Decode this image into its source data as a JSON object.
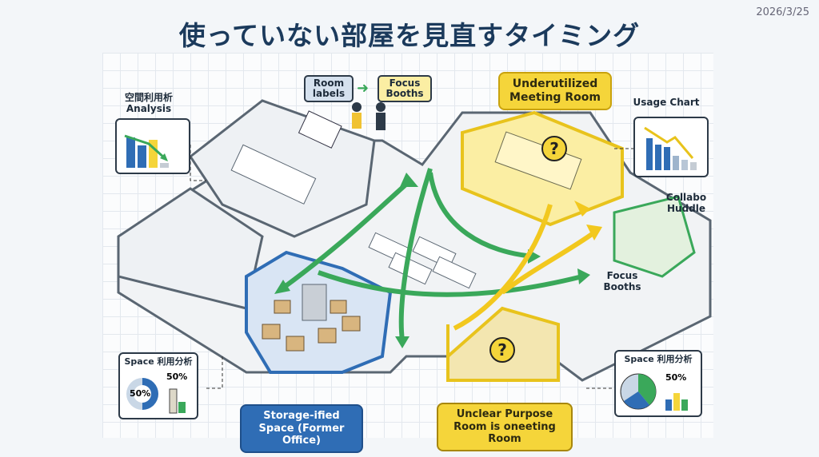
{
  "header": {
    "title": "使っていない部屋を見直すタイミング",
    "date": "2026/3/25"
  },
  "labels": {
    "analysis_jp": "空間利用析",
    "analysis_en": "Analysis",
    "room_labels": "Room labels",
    "focus_booths_tag": "Focus Booths",
    "underutilized": "Underutilized Meeting Room",
    "usage_chart": "Usage Chart",
    "collabo": "Collabo Huddle",
    "focus_booths": "Focus Booths",
    "space_left": "Space 利用分析",
    "space_left_pct_donut": "50%",
    "space_left_pct_bar": "50%",
    "space_right": "Space 利用分析",
    "space_right_pct": "50%",
    "storage": "Storage-ified Space (Former Office)",
    "unclear": "Unclear Purpose Room is oneeting Room",
    "question": "?"
  },
  "colors": {
    "accent_yellow": "#f5d53a",
    "accent_blue": "#2f6db5",
    "accent_green": "#3aa85a",
    "navy": "#1b3a5c"
  }
}
